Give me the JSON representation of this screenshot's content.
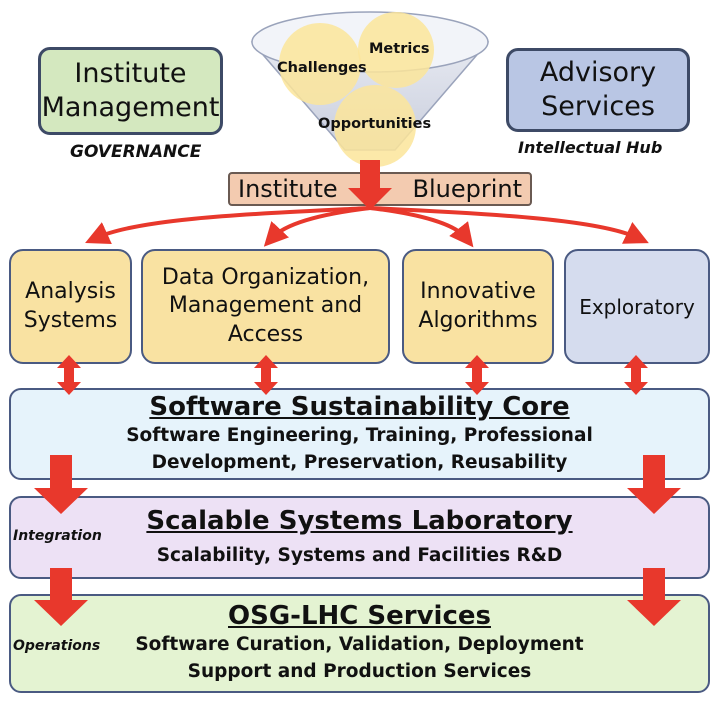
{
  "top": {
    "management": "Institute Management",
    "governance": "GOVERNANCE",
    "advisory": "Advisory Services",
    "hub": "Intellectual Hub"
  },
  "funnel": {
    "challenges": "Challenges",
    "metrics": "Metrics",
    "opportunities": "Opportunities"
  },
  "blueprint": {
    "left": "Institute",
    "right": "Blueprint"
  },
  "areas": {
    "analysis": "Analysis Systems",
    "data": "Data Organization, Management and Access",
    "innovative": "Innovative Algorithms",
    "exploratory": "Exploratory"
  },
  "core": {
    "title": "Software Sustainability Core",
    "line1": "Software Engineering, Training, Professional",
    "line2": "Development, Preservation, Reusability"
  },
  "lab": {
    "side": "Integration",
    "title": "Scalable Systems Laboratory",
    "sub": "Scalability, Systems and Facilities R&D"
  },
  "osg": {
    "side": "Operations",
    "title": "OSG-LHC Services",
    "line1": "Software Curation, Validation, Deployment",
    "line2": "Support and Production Services"
  },
  "colors": {
    "arrow": "#e8382c",
    "management_bg": "#d4e8bf",
    "advisory_bg": "#b9c6e4",
    "blueprint_bg": "#f3cbb0",
    "area_bg": "#f9e2a2",
    "exploratory_bg": "#d5dcee",
    "core_bg": "#e6f3fb",
    "lab_bg": "#ede1f5",
    "osg_bg": "#e4f3d2"
  }
}
